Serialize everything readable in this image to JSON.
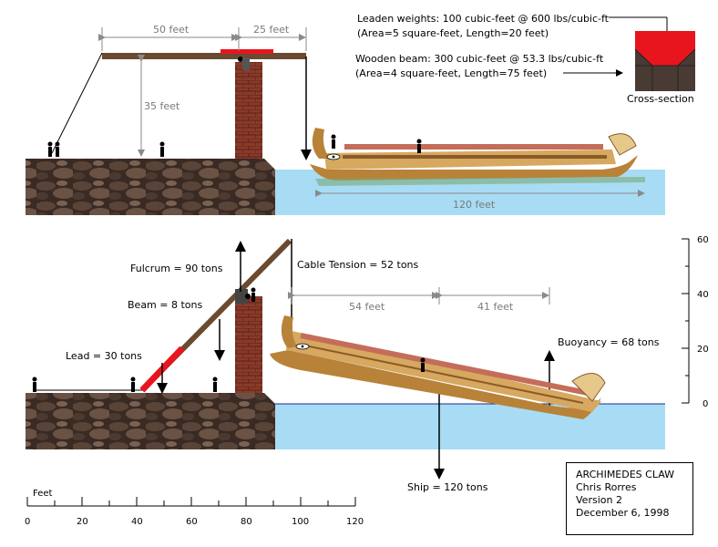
{
  "top": {
    "dim_50": "50 feet",
    "dim_25": "25 feet",
    "dim_35": "35 feet",
    "dim_120": "120 feet",
    "weights_line1": "Leaden weights: 100 cubic-feet @ 600 lbs/cubic-ft",
    "weights_line2": "(Area=5 square-feet,  Length=20 feet)",
    "beam_line1": "Wooden beam: 300 cubic-feet @ 53.3 lbs/cubic-ft",
    "beam_line2": "(Area=4 square-feet,  Length=75 feet)",
    "cross_section": "Cross-section"
  },
  "bottom": {
    "fulcrum": "Fulcrum = 90 tons",
    "cable": "Cable Tension = 52 tons",
    "beam": "Beam = 8 tons",
    "lead": "Lead  = 30 tons",
    "buoyancy": "Buoyancy = 68 tons",
    "ship": "Ship = 120 tons",
    "dim_54": "54 feet",
    "dim_41": "41 feet",
    "right_axis_ticks": [
      "60",
      "40",
      "20",
      "0"
    ]
  },
  "scale": {
    "title": "Feet",
    "ticks": [
      "0",
      "20",
      "40",
      "60",
      "80",
      "100",
      "120"
    ]
  },
  "credits": {
    "line1": "ARCHIMEDES CLAW",
    "line2": "Chris Rorres",
    "line3": "Version 2",
    "line4": "December 6, 1998"
  },
  "colors": {
    "water": "#a8dcf4",
    "lead": "#e8141e",
    "beam": "#6a4a30",
    "brick": "#8a3a2a",
    "rock": "#3a2a22",
    "ship_hull": "#c08a40"
  }
}
